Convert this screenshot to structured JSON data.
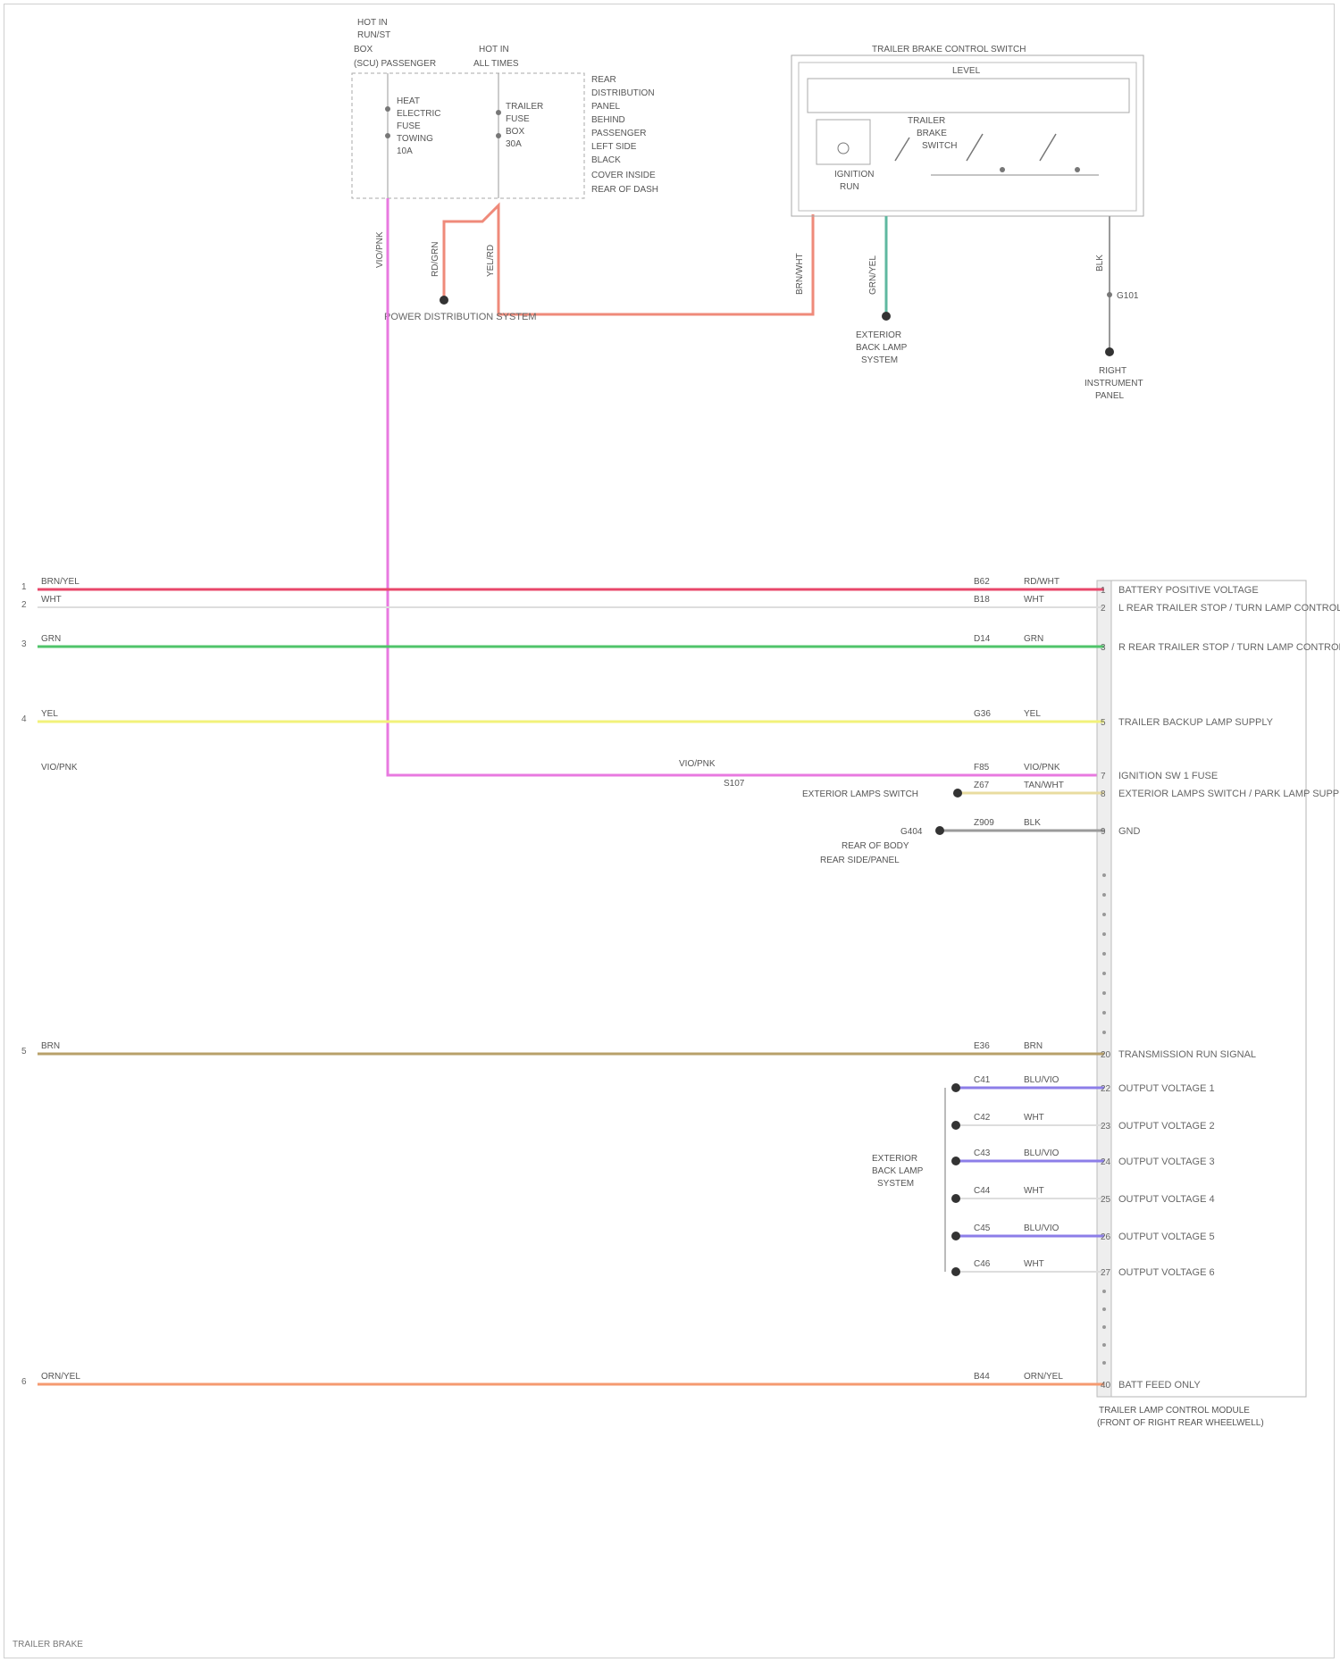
{
  "colors": {
    "red": "#e8476a",
    "white": "#dddddd",
    "green": "#4fc46a",
    "yellow": "#f2f27a",
    "pink": "#e879e0",
    "tan": "#e9dca0",
    "gray": "#9a9a9a",
    "brown": "#b8a06a",
    "purple": "#8c7ee8",
    "orange": "#f59a70",
    "salmon": "#ef8a7a",
    "teal": "#5fb8a0"
  },
  "top_left_module": {
    "header_lines": [
      "HOT IN",
      "RUN/ST",
      "BOX",
      "(SCU) PASSENGER",
      "HOT IN",
      "ALL TIMES"
    ],
    "fuse_left_lines": [
      "HEAT",
      "ELECTRIC",
      "FUSE",
      "TOWING",
      "10A"
    ],
    "fuse_right_lines": [
      "TRAILER",
      "FUSE",
      "BOX",
      "30A"
    ],
    "side_lines": [
      "REAR",
      "DISTRIBUTION",
      "PANEL",
      "BEHIND",
      "PASSENGER",
      "LEFT SIDE",
      "BLACK",
      "COVER INSIDE",
      "REAR OF DASH"
    ],
    "wire_left": "VIO/PNK",
    "wire_mid": "RD/GRN",
    "wire_right": "YEL/RD",
    "splice_label": "POWER DISTRIBUTION SYSTEM"
  },
  "brake_switch": {
    "title": "TRAILER BRAKE CONTROL SWITCH",
    "sub": "LEVEL",
    "inner_left_lines": [
      "IGNITION",
      "RUN"
    ],
    "inner_right_lines": [
      "TRAILER",
      "BRAKE",
      "SWITCH"
    ],
    "wire_left": "BRN/WHT",
    "wire_mid": "GRN/YEL",
    "wire_right": "BLK",
    "ground_label": "G101",
    "ground_lines": [
      "RIGHT",
      "INSTRUMENT",
      "PANEL"
    ],
    "mid_lines": [
      "EXTERIOR",
      "BACK LAMP",
      "SYSTEM"
    ]
  },
  "left_pins": [
    "1",
    "2",
    "3",
    "4",
    "5",
    "6"
  ],
  "wires": [
    {
      "left": "BRN/YEL",
      "circuit": "B62",
      "color_code": "RD/WHT",
      "pin": "1",
      "desc": "BATTERY POSITIVE VOLTAGE"
    },
    {
      "left": "WHT",
      "circuit": "B18",
      "color_code": "WHT",
      "pin": "2",
      "desc": "L REAR TRAILER STOP / TURN LAMP CONTROL"
    },
    {
      "left": "GRN",
      "circuit": "D14",
      "color_code": "GRN",
      "pin": "3",
      "desc": "R REAR TRAILER STOP / TURN LAMP CONTROL"
    },
    {
      "left": "YEL",
      "circuit": "G36",
      "color_code": "YEL",
      "pin": "5",
      "desc": "TRAILER BACKUP LAMP SUPPLY"
    },
    {
      "left": "VIO/PNK",
      "circuit": "F85",
      "color_code": "VIO/PNK",
      "pin": "7",
      "desc": "IGNITION SW 1 FUSE"
    },
    {
      "left": "",
      "circuit": "Z67",
      "color_code": "TAN/WHT",
      "pin": "8",
      "desc": "EXTERIOR LAMPS SWITCH / PARK LAMP SUPPLY"
    },
    {
      "left": "",
      "circuit": "Z909",
      "color_code": "BLK",
      "pin": "9",
      "desc": "GND"
    },
    {
      "left": "BRN",
      "circuit": "E36",
      "color_code": "BRN",
      "pin": "20",
      "desc": "TRANSMISSION RUN SIGNAL"
    },
    {
      "left": "",
      "circuit": "C41",
      "color_code": "BLU/VIO",
      "pin": "22",
      "desc": "OUTPUT VOLTAGE 1"
    },
    {
      "left": "",
      "circuit": "C42",
      "color_code": "WHT",
      "pin": "23",
      "desc": "OUTPUT VOLTAGE 2"
    },
    {
      "left": "",
      "circuit": "C43",
      "color_code": "BLU/VIO",
      "pin": "24",
      "desc": "OUTPUT VOLTAGE 3"
    },
    {
      "left": "",
      "circuit": "C44",
      "color_code": "WHT",
      "pin": "25",
      "desc": "OUTPUT VOLTAGE 4"
    },
    {
      "left": "",
      "circuit": "C45",
      "color_code": "BLU/VIO",
      "pin": "26",
      "desc": "OUTPUT VOLTAGE 5"
    },
    {
      "left": "",
      "circuit": "C46",
      "color_code": "WHT",
      "pin": "27",
      "desc": "OUTPUT VOLTAGE 6"
    },
    {
      "left": "ORN/YEL",
      "circuit": "B44",
      "color_code": "ORN/YEL",
      "pin": "40",
      "desc": "BATT FEED ONLY"
    }
  ],
  "splice_labels": {
    "ign_under": "S107",
    "exterior_lamp": "EXTERIOR LAMPS SWITCH",
    "gnd_lines": [
      "G404",
      "REAR OF BODY",
      "REAR SIDE/PANEL"
    ],
    "output_group": [
      "EXTERIOR",
      "BACK LAMP",
      "SYSTEM"
    ],
    "pink_mid": "VIO/PNK"
  },
  "module": {
    "title_lines": [
      "TRAILER LAMP CONTROL MODULE",
      "(FRONT OF RIGHT REAR WHEELWELL)"
    ]
  },
  "footer": "TRAILER BRAKE"
}
